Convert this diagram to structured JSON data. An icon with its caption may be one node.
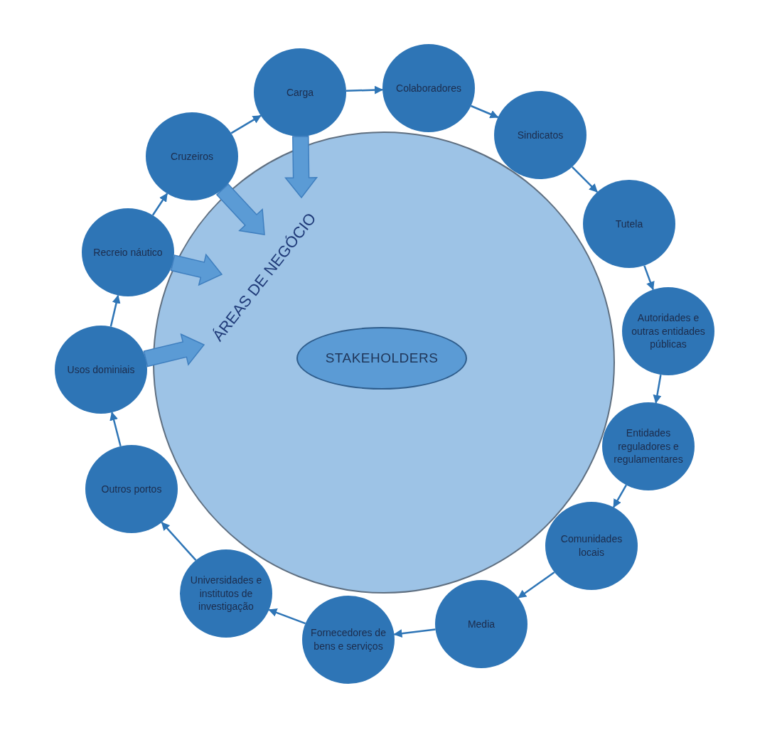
{
  "diagram": {
    "nodes": [
      {
        "text": [],
        "shape": "circle"
      },
      {
        "text": [
          "ÁREAS DE NEGÓCIO"
        ],
        "in": 0
      },
      {
        "text": [
          "STAKEHOLDERS"
        ],
        "in": 0
      },
      {
        "text": [
          "Carga"
        ]
      },
      {
        "text": [
          "Colaboradores"
        ]
      },
      {
        "text": [
          "Sindicatos"
        ]
      },
      {
        "text": [
          "Tutela"
        ]
      },
      {
        "text": [
          "Autoridades e outras entidades públicas"
        ]
      },
      {
        "text": [
          "Entidades reguladores e regulamentares"
        ]
      },
      {
        "text": [
          "Comunidades locais"
        ]
      },
      {
        "text": [
          "Media"
        ]
      },
      {
        "text": [
          "Fornecedores de bens e serviços"
        ]
      },
      {
        "text": [
          "Universidades e institutos de investigação"
        ]
      },
      {
        "text": [
          "Outros portos"
        ]
      },
      {
        "text": [
          "Usos dominiais"
        ]
      },
      {
        "text": [
          "Recreio náutico"
        ]
      },
      {
        "text": [
          "Cruzeiros"
        ]
      }
    ],
    "edges": [
      {
        "from": 3,
        "to": 4,
        "arrow": "to"
      },
      {
        "from": 4,
        "to": 5,
        "arrow": "to"
      },
      {
        "from": 5,
        "to": 6,
        "arrow": "to"
      },
      {
        "from": 6,
        "to": 7,
        "arrow": "to"
      },
      {
        "from": 7,
        "to": 8,
        "arrow": "to"
      },
      {
        "from": 8,
        "to": 9,
        "arrow": "to"
      },
      {
        "from": 9,
        "to": 10,
        "arrow": "to"
      },
      {
        "from": 10,
        "to": 11,
        "arrow": "to"
      },
      {
        "from": 11,
        "to": 12,
        "arrow": "to"
      },
      {
        "from": 12,
        "to": 13,
        "arrow": "to"
      },
      {
        "from": 13,
        "to": 14,
        "arrow": "to"
      },
      {
        "from": 14,
        "to": 15,
        "arrow": "to"
      },
      {
        "from": 15,
        "to": 16,
        "arrow": "to"
      },
      {
        "from": 16,
        "to": 3,
        "arrow": "to"
      },
      {
        "from": 3,
        "to": 1,
        "arrow": "to",
        "style": "thick"
      },
      {
        "from": 16,
        "to": 1,
        "arrow": "to",
        "style": "thick"
      },
      {
        "from": 15,
        "to": 1,
        "arrow": "to",
        "style": "thick"
      },
      {
        "from": 14,
        "to": 1,
        "arrow": "to",
        "style": "thick"
      }
    ]
  }
}
